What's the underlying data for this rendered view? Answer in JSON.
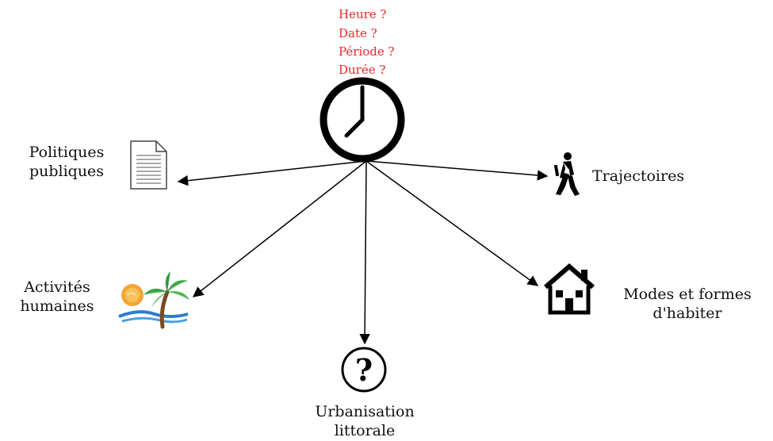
{
  "questions": [
    "Heure ?",
    "Date ?",
    "Période ?",
    "Durée ?"
  ],
  "nodes": {
    "politiques": {
      "line1": "Politiques",
      "line2": "publiques",
      "icon": "document-icon"
    },
    "trajectoires": {
      "label": "Trajectoires",
      "icon": "walking-person-icon"
    },
    "activites": {
      "line1": "Activités",
      "line2": "humaines",
      "icon": "beach-palm-icon"
    },
    "modes": {
      "line1": "Modes et formes",
      "line2": "d'habiter",
      "icon": "house-icon"
    },
    "urbanisation": {
      "line1": "Urbanisation",
      "line2": "littorale",
      "icon": "question-mark-icon"
    }
  },
  "center_icon": "clock-icon",
  "colors": {
    "questions": "#e8262b",
    "lines": "#000000",
    "text": "#111111"
  }
}
